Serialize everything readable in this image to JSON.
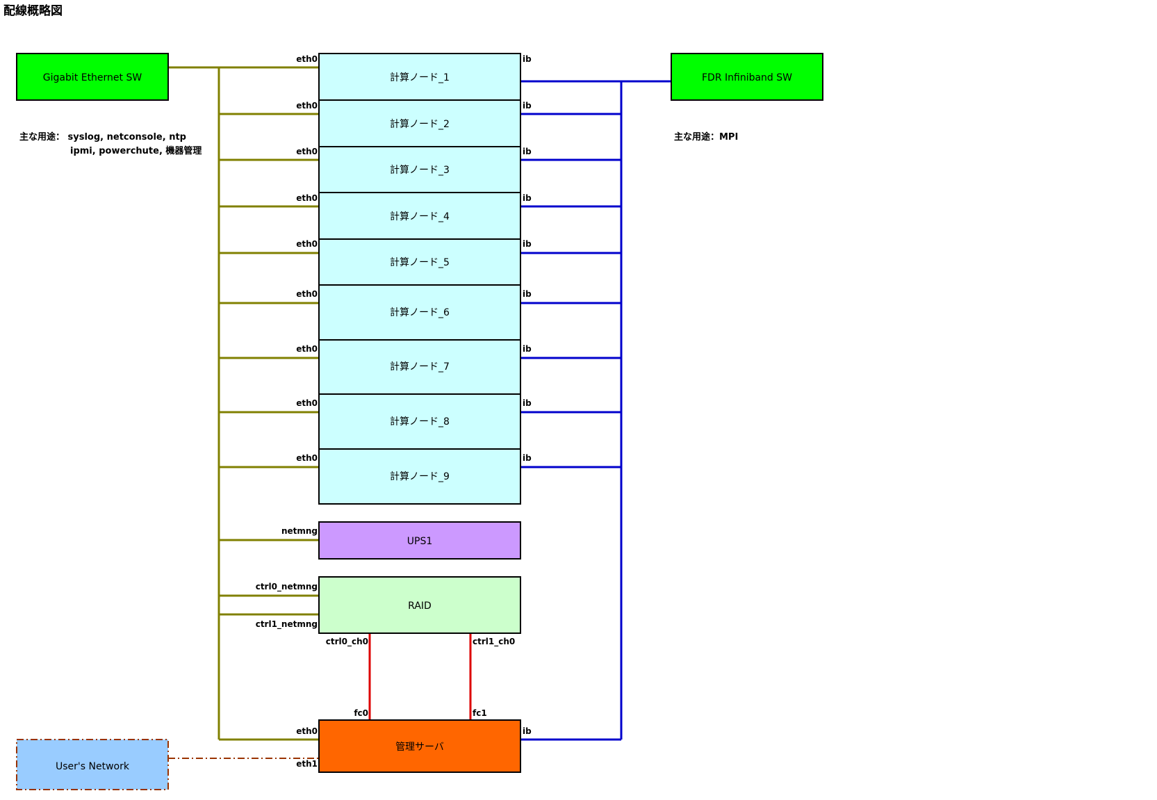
{
  "title": "配線概略図",
  "switches": {
    "gigabit": {
      "label": "Gigabit Ethernet SW",
      "color": "#00ff00"
    },
    "infiniband": {
      "label": "FDR Infiniband SW",
      "color": "#00ff00"
    }
  },
  "notes": {
    "gigabit_line1": "主な用途： syslog, netconsole, ntp",
    "gigabit_line2": "ipmi, powerchute, 機器管理",
    "infiniband": "主な用途：MPI"
  },
  "compute_nodes": {
    "color": "#ccffff",
    "items": [
      {
        "label": "計算ノード_1",
        "eth_port": "eth0",
        "ib_port": "ib"
      },
      {
        "label": "計算ノード_2",
        "eth_port": "eth0",
        "ib_port": "ib"
      },
      {
        "label": "計算ノード_3",
        "eth_port": "eth0",
        "ib_port": "ib"
      },
      {
        "label": "計算ノード_4",
        "eth_port": "eth0",
        "ib_port": "ib"
      },
      {
        "label": "計算ノード_5",
        "eth_port": "eth0",
        "ib_port": "ib"
      },
      {
        "label": "計算ノード_6",
        "eth_port": "eth0",
        "ib_port": "ib"
      },
      {
        "label": "計算ノード_7",
        "eth_port": "eth0",
        "ib_port": "ib"
      },
      {
        "label": "計算ノード_8",
        "eth_port": "eth0",
        "ib_port": "ib"
      },
      {
        "label": "計算ノード_9",
        "eth_port": "eth0",
        "ib_port": "ib"
      }
    ]
  },
  "ups": {
    "label": "UPS1",
    "port": "netmng",
    "color": "#cc99ff"
  },
  "raid": {
    "label": "RAID",
    "color": "#ccffcc",
    "ports": {
      "ctrl0_netmng": "ctrl0_netmng",
      "ctrl1_netmng": "ctrl1_netmng",
      "ctrl0_ch0": "ctrl0_ch0",
      "ctrl1_ch0": "ctrl1_ch0"
    }
  },
  "mgmt_server": {
    "label": "管理サーバ",
    "color": "#ff6600",
    "ports": {
      "fc0": "fc0",
      "fc1": "fc1",
      "eth0": "eth0",
      "eth1": "eth1",
      "ib": "ib"
    }
  },
  "users_network": {
    "label": "User's Network",
    "color": "#99ccff"
  },
  "link_colors": {
    "ethernet": "#808000",
    "infiniband": "#0000cc",
    "fibre_channel": "#dd0000",
    "user_link": "#993300"
  }
}
